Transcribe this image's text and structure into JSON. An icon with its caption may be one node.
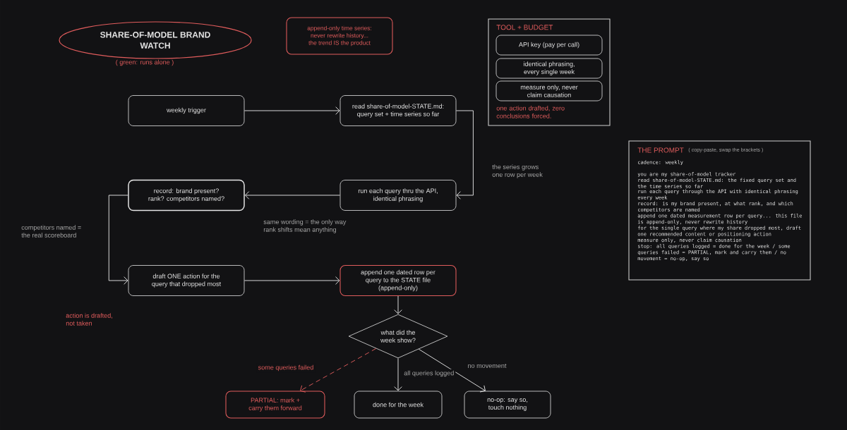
{
  "diagram": {
    "nodes": [
      {
        "text": [
          "SHARE-OF-MODEL BRAND WATCH"
        ],
        "beside": [
          "( green: runs alone )"
        ]
      },
      {
        "text": [
          "append-only time series: never rewrite history... the trend IS the product"
        ]
      },
      {
        "text": [
          "TOOL + BUDGET",
          "one action drafted, zero conclusions forced."
        ]
      },
      {
        "text": [
          "API key (pay per call)"
        ],
        "in": 2
      },
      {
        "text": [
          "identical phrasing, every single week"
        ],
        "in": 2
      },
      {
        "text": [
          "measure only, never claim causation"
        ],
        "in": 2
      },
      {
        "text": [
          "weekly trigger"
        ]
      },
      {
        "text": [
          "read share-of-model-STATE.md: query set + time series so far"
        ]
      },
      {
        "text": [
          "run each query thru the API, identical phrasing"
        ]
      },
      {
        "text": [
          "record: brand present? rank? competitors named?"
        ]
      },
      {
        "text": [
          "draft ONE action for the query that dropped most"
        ]
      },
      {
        "text": [
          "append one dated row per query to the STATE file (append-only)"
        ]
      },
      {
        "text": [
          "what did the week show?"
        ]
      },
      {
        "text": [
          "PARTIAL: mark + carry them forward"
        ]
      },
      {
        "text": [
          "done for the week"
        ]
      },
      {
        "text": [
          "no-op: say so, touch nothing"
        ]
      },
      {
        "text": [
          "THE PROMPT",
          "( copy-paste, swap the brackets )",
          "cadence: weekly",
          "you are my share-of-model tracker",
          "read share-of-model-STATE.md: the fixed query set and the time series so far",
          "run each query through the API with identical phrasing every week",
          "record: is my brand present, at what rank, and which competitors are named",
          "append one dated measurement row per query... this file is append-only, never rewrite history",
          "for the single query where my share dropped most, draft one recommended content or positioning action",
          "measure only, never claim causation",
          "stop: all queries logged = done for the week / some queries failed = PARTIAL, mark and carry them / no movement = no-op, say so"
        ]
      }
    ],
    "edges": [
      {
        "from": 6,
        "to": 7,
        "arrow": "to"
      },
      {
        "from": 7,
        "to": 8,
        "arrow": "to"
      },
      {
        "from": 8,
        "to": 9,
        "arrow": "to"
      },
      {
        "from": 9,
        "to": 10,
        "arrow": "to"
      },
      {
        "from": 10,
        "to": 11,
        "arrow": "to"
      },
      {
        "from": 11,
        "to": 12,
        "arrow": "to"
      },
      {
        "from": 12,
        "to": 13,
        "arrow": "to",
        "label": "some queries failed",
        "style": "dashed",
        "color": "#e05c5c"
      },
      {
        "from": 12,
        "to": 14,
        "arrow": "to",
        "label": "all queries logged"
      },
      {
        "from": 12,
        "to": 15,
        "arrow": "to",
        "label": "no movement"
      }
    ],
    "labels": [
      "the series grows one row per week",
      "competitors named = the real scoreboard",
      "same wording = the only way rank shifts mean anything",
      "action is drafted, not taken"
    ]
  }
}
